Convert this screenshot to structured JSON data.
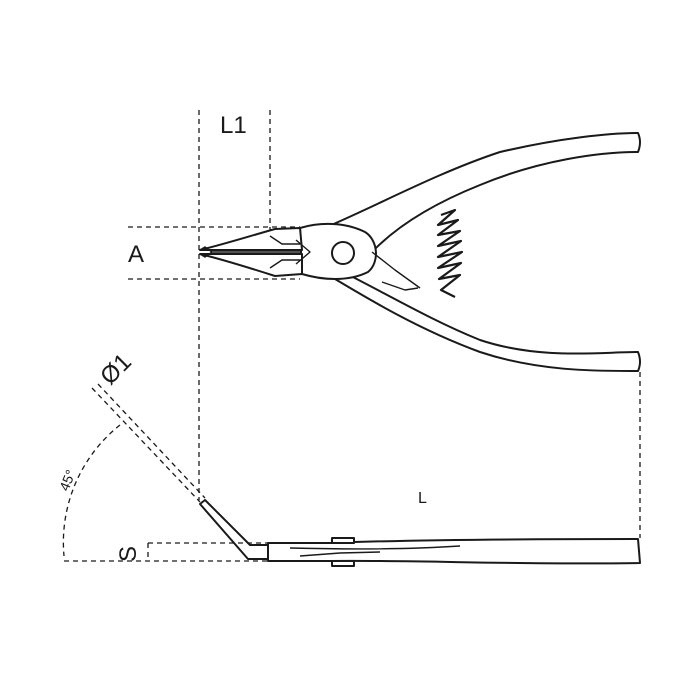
{
  "labels": {
    "l1": "L1",
    "a": "A",
    "diameter": "Ø1",
    "angle": "45°",
    "l": "L",
    "s": "S"
  }
}
